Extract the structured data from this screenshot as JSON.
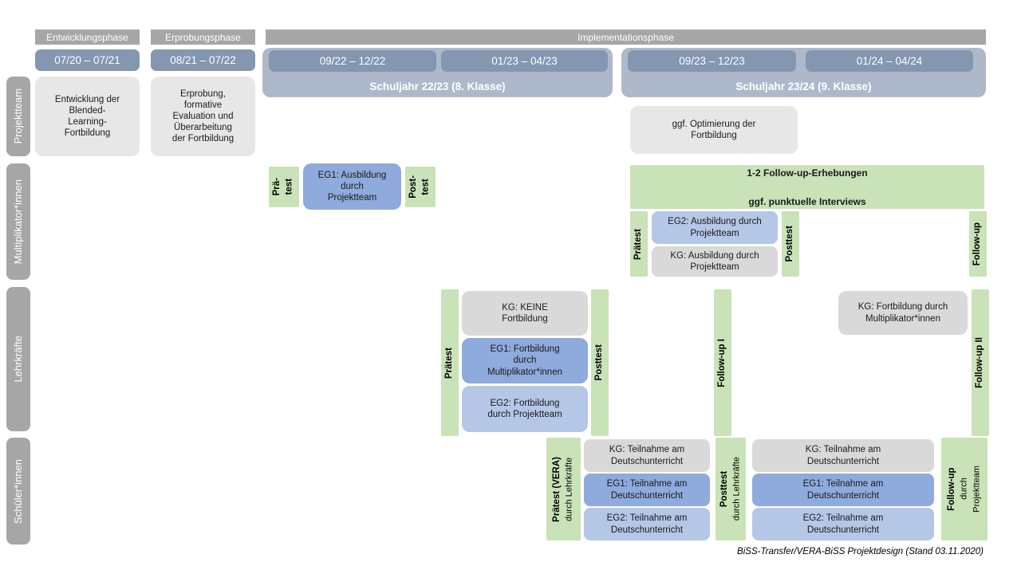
{
  "colors": {
    "phase_gray": "#A6A6A6",
    "date_blue": "#8496B0",
    "year_blue": "#ADB9CA",
    "box_light_gray": "#E8E7E7",
    "box_gray": "#D9D9D9",
    "box_green": "#C9E2B8",
    "box_blue_mid": "#8FAADC",
    "box_blue_light": "#B4C7E7"
  },
  "phases": {
    "entwicklung": "Entwicklungsphase",
    "erprobung": "Erprobungsphase",
    "implementation": "Implementationsphase"
  },
  "timeline": {
    "date1": "07/20 – 07/21",
    "date2": "08/21 – 07/22",
    "year1": {
      "date1": "09/22 – 12/22",
      "date2": "01/23 – 04/23",
      "label": "Schuljahr 22/23 (8. Klasse)"
    },
    "year2": {
      "date1": "09/23 – 12/23",
      "date2": "01/24 – 04/24",
      "label": "Schuljahr 23/24 (9. Klasse)"
    }
  },
  "row_labels": {
    "projektteam": "Projektteam",
    "multiplikatoren": "Multiplikator*innen",
    "lehrkraefte": "Lehrkräfte",
    "schueler": "Schüler*innen"
  },
  "projektteam": {
    "entwicklung": "Entwicklung der\nBlended-\nLearning-\nFortbildung",
    "erprobung": "Erprobung,\nformative\nEvaluation und\nÜberarbeitung\nder Fortbildung",
    "optimierung": "ggf. Optimierung der\nFortbildung"
  },
  "multiplikatoren": {
    "praetest_line1": "Prä-",
    "praetest_line2": "test",
    "eg1": "EG1: Ausbildung\ndurch\nProjektteam",
    "posttest_line1": "Post-",
    "posttest_line2": "test",
    "followup_box_line1": "1-2 Follow-up-Erhebungen",
    "followup_box_line2": "ggf. punktuelle Interviews",
    "praetest2": "Prätest",
    "eg2": "EG2: Ausbildung durch\nProjektteam",
    "kg": "KG: Ausbildung durch\nProjektteam",
    "posttest2": "Posttest",
    "followup": "Follow-up"
  },
  "lehrkraefte": {
    "praetest": "Prätest",
    "kg": "KG: KEINE\nFortbildung",
    "eg1": "EG1: Fortbildung\ndurch\nMultiplikator*innen",
    "eg2": "EG2: Fortbildung\ndurch Projektteam",
    "posttest": "Posttest",
    "followup1": "Follow-up I",
    "kg2": "KG: Fortbildung durch\nMultiplikator*innen",
    "followup2": "Follow-up II"
  },
  "schueler": {
    "praetest_line1": "Prätest (VERA)",
    "praetest_line2": "durch  Lehrkräfte",
    "kg1": "KG: Teilnahme am\nDeutschunterricht",
    "eg1a": "EG1: Teilnahme am\nDeutschunterricht",
    "eg2a": "EG2: Teilnahme am\nDeutschunterricht",
    "posttest_line1": "Posttest",
    "posttest_line2": "durch  Lehrkräfte",
    "kg2": "KG: Teilnahme am\nDeutschunterricht",
    "eg1b": "EG1: Teilnahme am\nDeutschunterricht",
    "eg2b": "EG2: Teilnahme am\nDeutschunterricht",
    "followup_line1": "Follow-up",
    "followup_line2": "durch",
    "followup_line3": "Projektteam"
  },
  "caption": "BiSS-Transfer/VERA-BiSS Projektdesign (Stand 03.11.2020)"
}
